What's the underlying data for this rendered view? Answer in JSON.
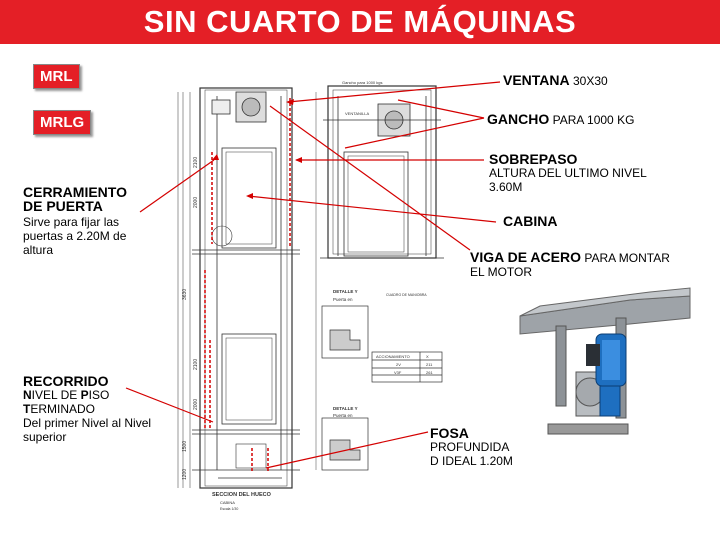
{
  "title": "SIN CUARTO DE MÁQUINAS",
  "tags": {
    "mrl": "MRL",
    "mrlg": "MRLG"
  },
  "labels": {
    "ventana": {
      "main": "VENTANA",
      "sub": "30X30"
    },
    "gancho": {
      "main": "GANCHO",
      "sub": "PARA 1000 KG"
    },
    "sobrepaso": {
      "main": "SOBREPASO",
      "line1": "ALTURA DEL ULTIMO NIVEL",
      "line2": "3.60M"
    },
    "cabina": {
      "main": "CABINA"
    },
    "viga": {
      "main": "VIGA DE ACERO",
      "sub": "PARA MONTAR",
      "line2": "EL MOTOR"
    },
    "cerramiento": {
      "main1": "CERRAMIENTO",
      "main2": "DE PUERTA",
      "line1": "Sirve para fijar las",
      "line2": "puertas a 2.20M de",
      "line3": "altura"
    },
    "recorrido": {
      "main": "RECORRIDO",
      "l1a": "N",
      "l1b": "IVEL DE ",
      "l1c": "P",
      "l1d": "ISO",
      "l2a": "T",
      "l2b": "ERMINADO",
      "line3": "Del primer Nivel al Nivel",
      "line4": "superior"
    },
    "fosa": {
      "main": "FOSA",
      "line1": "PROFUNDIDA",
      "line2": "D IDEAL 1.20M"
    }
  },
  "drawing": {
    "seccion": "SECCION DEL HUECO",
    "cabina_small": "CABINA",
    "escala": "Escala 1/30",
    "detalle1": "DETALLE Y",
    "detalle2": "DETALLE Y",
    "puerta1": "Puerta en",
    "puerta2": "Puerta en",
    "cuadro": "CUADRO DE MANIOBRA",
    "table_header": [
      "ACCIONAMIENTO",
      "X"
    ],
    "table_rows": [
      [
        "2V",
        "211"
      ],
      [
        "V3F",
        "261"
      ]
    ],
    "gancho_small": "Gancho para 1000 kgs",
    "ventanilla_small": "VENTANILLA",
    "dims": [
      "2100",
      "2000",
      "2100",
      "2000",
      "1500",
      "3630",
      "1200"
    ]
  },
  "colors": {
    "accent": "#e41f26",
    "line": "#d40000",
    "machine_blue": "#1e6fc0"
  }
}
